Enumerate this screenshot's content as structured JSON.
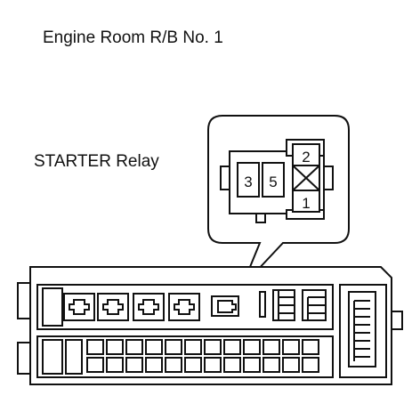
{
  "header": {
    "title": "Engine Room R/B No. 1"
  },
  "relay": {
    "label": "STARTER Relay",
    "terminals": [
      "3",
      "5",
      "2",
      "1"
    ]
  }
}
